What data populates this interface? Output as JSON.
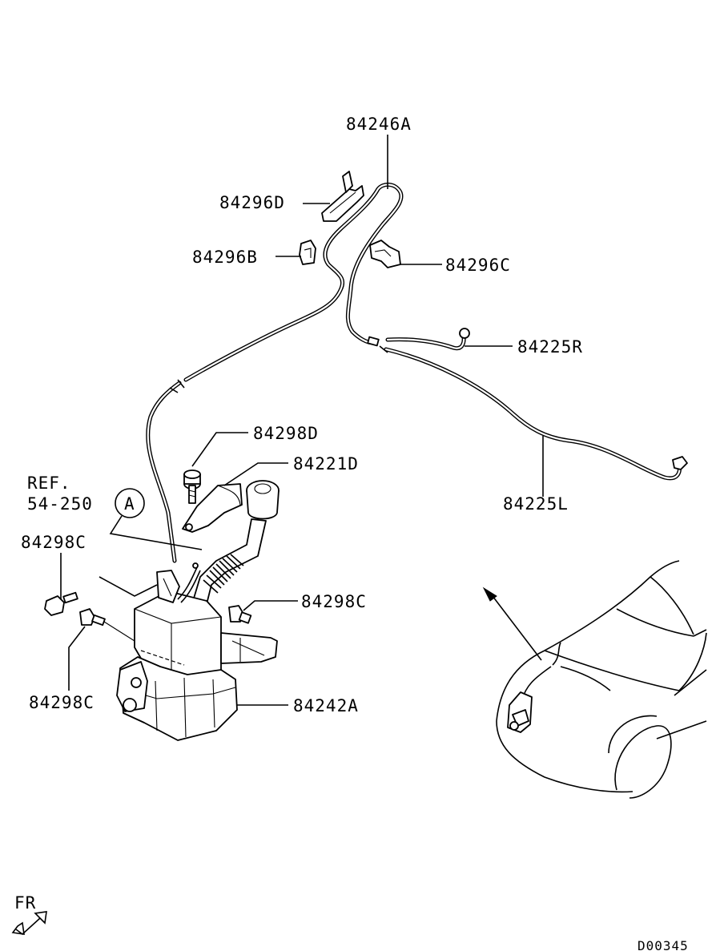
{
  "diagram": {
    "labels": {
      "p84246A": "84246A",
      "p84296D": "84296D",
      "p84296B": "84296B",
      "p84296C": "84296C",
      "p84225R": "84225R",
      "p84298D": "84298D",
      "p84221D": "84221D",
      "ref_line1": "REF.",
      "ref_line2": "54-250",
      "ref_circle": "A",
      "p84298C_left_top": "84298C",
      "p84298C_right": "84298C",
      "p84298C_left_bottom": "84298C",
      "p84225L": "84225L",
      "p84242A": "84242A",
      "fr": "FR",
      "diagram_code": "D00345"
    }
  }
}
